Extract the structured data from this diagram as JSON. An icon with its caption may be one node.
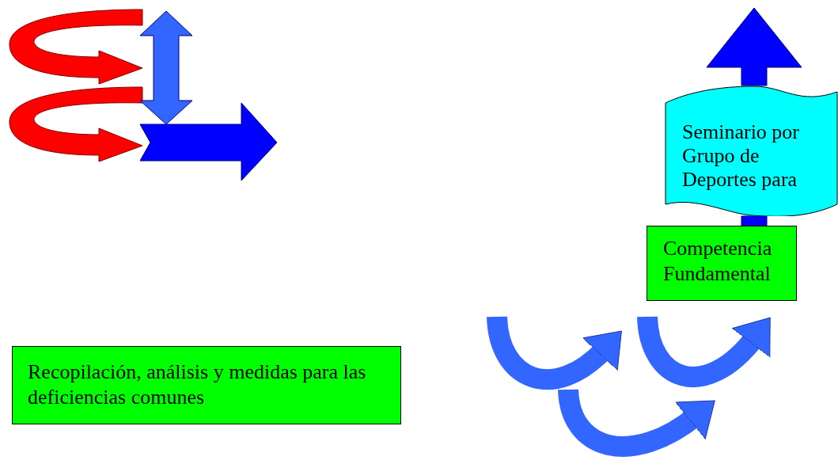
{
  "diagram": {
    "nodes": [
      {
        "text": [
          "Seminario por Grupo de Deportes para"
        ]
      },
      {
        "text": [
          "Competencia Fundamental"
        ]
      },
      {
        "text": [
          "Recopilación, análisis y medidas para las deficiencias comunes"
        ]
      }
    ]
  }
}
